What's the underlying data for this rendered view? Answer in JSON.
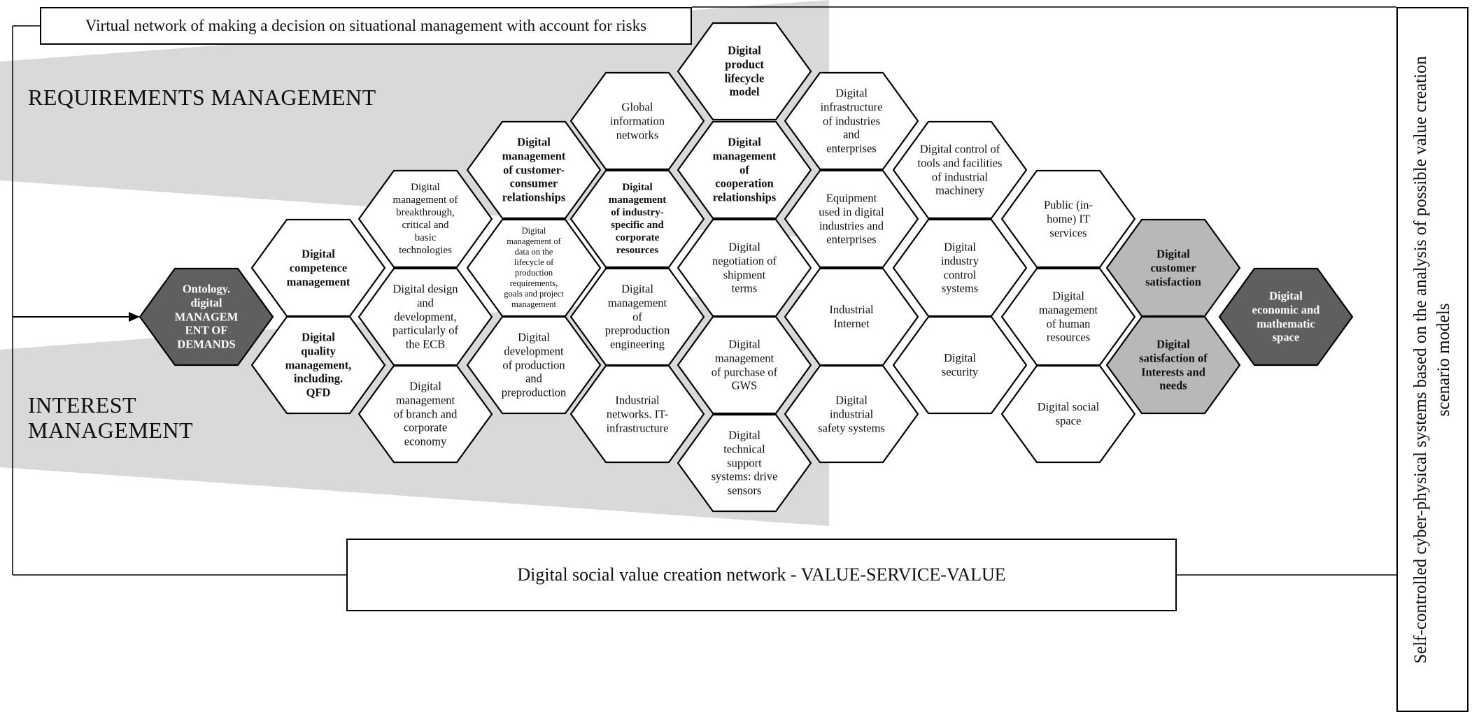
{
  "top_title": "Virtual network of making a decision on situational management with account for risks",
  "bottom_title": "Digital social value creation network - VALUE-SERVICE-VALUE",
  "right_title_line1": "Self-controlled cyber-physical systems based on the analysis of possible value creation",
  "right_title_line2": "scenario models",
  "requirements_label": "REQUIREMENTS MANAGEMENT",
  "interest_label_line1": "INTEREST",
  "interest_label_line2": "MANAGEMENT",
  "colors": {
    "dark_hex": "#5f5f5f",
    "mid_hex": "#b8b8b8",
    "white_hex": "#ffffff",
    "band": "#d9d9d9",
    "stroke": "#000000"
  },
  "hexagons": [
    {
      "id": "ontology",
      "lines": [
        "Ontology.",
        "digital",
        "MANAGEM",
        "ENT OF",
        "DEMANDS"
      ],
      "fill": "dark",
      "bold": true
    },
    {
      "id": "competence",
      "lines": [
        "Digital",
        "competence",
        "management"
      ],
      "fill": "white",
      "bold": true
    },
    {
      "id": "quality",
      "lines": [
        "Digital",
        "quality",
        "management,",
        "including.",
        "QFD"
      ],
      "fill": "white",
      "bold": true
    },
    {
      "id": "breakthrough",
      "lines": [
        "Digital",
        "management of",
        "breakthrough,",
        "critical and",
        "basic",
        "technologies"
      ],
      "fill": "white",
      "bold": false
    },
    {
      "id": "design",
      "lines": [
        "Digital design",
        "and",
        "development,",
        "particularly of",
        "the ECB"
      ],
      "fill": "white",
      "bold": false
    },
    {
      "id": "branch",
      "lines": [
        "Digital",
        "management",
        "of branch and",
        "corporate",
        "economy"
      ],
      "fill": "white",
      "bold": false
    },
    {
      "id": "customer-consumer",
      "lines": [
        "Digital",
        "management",
        "of customer-",
        "consumer",
        "relationships"
      ],
      "fill": "white",
      "bold": true
    },
    {
      "id": "lifecycle-data",
      "lines": [
        "Digital",
        "management of",
        "data on the",
        "lifecycle of",
        "production",
        "requirements,",
        "goals and project",
        "management"
      ],
      "fill": "white",
      "bold": false
    },
    {
      "id": "preproduction-dev",
      "lines": [
        "Digital",
        "development",
        "of production",
        "and",
        "preproduction"
      ],
      "fill": "white",
      "bold": false
    },
    {
      "id": "global-networks",
      "lines": [
        "Global",
        "information",
        "networks"
      ],
      "fill": "white",
      "bold": false
    },
    {
      "id": "industry-resources",
      "lines": [
        "Digital",
        "management",
        "of industry-",
        "specific and",
        "corporate",
        "resources"
      ],
      "fill": "white",
      "bold": true
    },
    {
      "id": "preproduction-eng",
      "lines": [
        "Digital",
        "management",
        "of",
        "preproduction",
        "engineering"
      ],
      "fill": "white",
      "bold": false
    },
    {
      "id": "industrial-networks",
      "lines": [
        "Industrial",
        "networks. IT-",
        "infrastructure"
      ],
      "fill": "white",
      "bold": false
    },
    {
      "id": "product-lifecycle",
      "lines": [
        "Digital",
        "product",
        "lifecycle",
        "model"
      ],
      "fill": "white",
      "bold": true
    },
    {
      "id": "cooperation",
      "lines": [
        "Digital",
        "management",
        "of",
        "cooperation",
        "relationships"
      ],
      "fill": "white",
      "bold": true
    },
    {
      "id": "shipment",
      "lines": [
        "Digital",
        "negotiation of",
        "shipment",
        "terms"
      ],
      "fill": "white",
      "bold": false
    },
    {
      "id": "gws",
      "lines": [
        "Digital",
        "management",
        "of purchase of",
        "GWS"
      ],
      "fill": "white",
      "bold": false
    },
    {
      "id": "support-systems",
      "lines": [
        "Digital",
        "technical",
        "support",
        "systems: drive",
        "sensors"
      ],
      "fill": "white",
      "bold": false
    },
    {
      "id": "infrastructure",
      "lines": [
        "Digital",
        "infrastructure",
        "of industries",
        "and",
        "enterprises"
      ],
      "fill": "white",
      "bold": false
    },
    {
      "id": "equipment",
      "lines": [
        "Equipment",
        "used in digital",
        "industries and",
        "enterprises"
      ],
      "fill": "white",
      "bold": false
    },
    {
      "id": "industrial-internet",
      "lines": [
        "Industrial",
        "Internet"
      ],
      "fill": "white",
      "bold": false
    },
    {
      "id": "safety-systems",
      "lines": [
        "Digital",
        "industrial",
        "safety systems"
      ],
      "fill": "white",
      "bold": false
    },
    {
      "id": "tools-control",
      "lines": [
        "Digital control of",
        "tools and facilities",
        "of industrial",
        "machinery"
      ],
      "fill": "white",
      "bold": false
    },
    {
      "id": "industry-control",
      "lines": [
        "Digital",
        "industry",
        "control",
        "systems"
      ],
      "fill": "white",
      "bold": false
    },
    {
      "id": "security",
      "lines": [
        "Digital",
        "security"
      ],
      "fill": "white",
      "bold": false
    },
    {
      "id": "it-services",
      "lines": [
        "Public (in-",
        "home) IT",
        "services"
      ],
      "fill": "white",
      "bold": false
    },
    {
      "id": "human-resources",
      "lines": [
        "Digital",
        "management",
        "of human",
        "resources"
      ],
      "fill": "white",
      "bold": false
    },
    {
      "id": "social-space",
      "lines": [
        "Digital social",
        "space"
      ],
      "fill": "white",
      "bold": false
    },
    {
      "id": "customer-satisfaction",
      "lines": [
        "Digital",
        "customer",
        "satisfaction"
      ],
      "fill": "mid",
      "bold": true
    },
    {
      "id": "interests-satisfaction",
      "lines": [
        "Digital",
        "satisfaction of",
        "Interests and",
        "needs"
      ],
      "fill": "mid",
      "bold": true
    },
    {
      "id": "economic-space",
      "lines": [
        "Digital",
        "economic and",
        "mathematic",
        "space"
      ],
      "fill": "dark",
      "bold": true
    }
  ]
}
